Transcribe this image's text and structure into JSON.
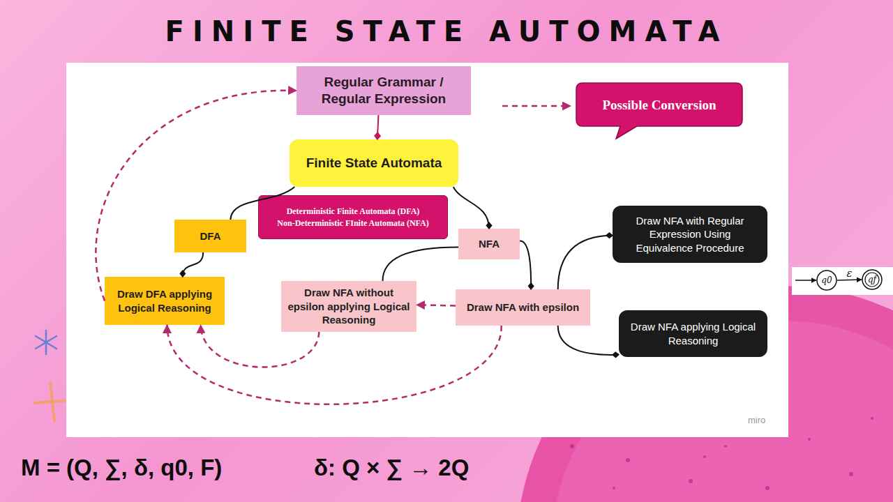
{
  "diagram": {
    "title": "FINITE STATE AUTOMATA",
    "nodes": [
      {
        "text": [
          "Regular Grammar / Regular Expression"
        ]
      },
      {
        "text": [
          "Possible Conversion"
        ]
      },
      {
        "text": [
          "Finite State Automata"
        ]
      },
      {
        "text": [
          "Deterministic Finite Automata (DFA)",
          "Non-Deterministic FInite Automata (NFA)"
        ]
      },
      {
        "text": [
          "DFA"
        ]
      },
      {
        "text": [
          "Draw NFA with Regular Expression Using Equivalence Procedure"
        ]
      },
      {
        "text": [
          "NFA"
        ]
      },
      {
        "text": [
          "Draw DFA applying Logical Reasoning"
        ]
      },
      {
        "text": [
          "Draw NFA without epsilon applying Logical Reasoning"
        ]
      },
      {
        "text": [
          "Draw NFA with epsilon"
        ]
      },
      {
        "text": [
          "Draw NFA applying Logical Reasoning"
        ]
      },
      {
        "text": [
          "q0"
        ]
      },
      {
        "text": [
          "qf"
        ]
      }
    ],
    "edges": [
      {
        "from": 0,
        "to": 2,
        "arrow": "to"
      },
      {
        "from": 2,
        "to": 4,
        "arrow": "none"
      },
      {
        "from": 2,
        "to": 6,
        "arrow": "to"
      },
      {
        "from": 4,
        "to": 7,
        "arrow": "to"
      },
      {
        "from": 6,
        "to": 8,
        "arrow": "none"
      },
      {
        "from": 6,
        "to": 9,
        "arrow": "to"
      },
      {
        "from": 9,
        "to": 5,
        "arrow": "to"
      },
      {
        "from": 9,
        "to": 10,
        "arrow": "to"
      },
      {
        "from": 9,
        "to": 8,
        "arrow": "to"
      },
      {
        "from": 8,
        "to": 7,
        "arrow": "to"
      },
      {
        "from": 9,
        "to": 7,
        "arrow": "to"
      },
      {
        "from": 7,
        "to": 0,
        "arrow": "to"
      },
      {
        "from": 11,
        "to": 12,
        "label": "ε",
        "arrow": "to"
      }
    ],
    "labels": [
      "miro",
      "M = (Q, ∑, δ, q0, F)",
      "δ: Q × ∑ → 2Q"
    ]
  }
}
